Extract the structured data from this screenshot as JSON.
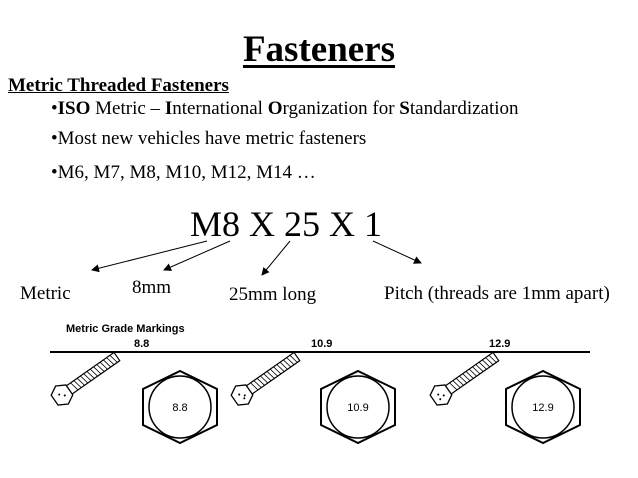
{
  "title": "Fasteners",
  "subheading": "Metric Threaded Fasteners",
  "bullets": {
    "iso": {
      "bullet": "•",
      "p1": "ISO",
      "p2": " Metric – ",
      "p3": "I",
      "p4": "nternational ",
      "p5": "O",
      "p6": "rganization for ",
      "p7": "S",
      "p8": "tandardization"
    },
    "b2": "•Most new vehicles have metric fasteners",
    "b3": "•M6, M7, M8, M10, M12, M14 …"
  },
  "spec": "M8 X 25 X 1",
  "labels": {
    "metric": "Metric",
    "diameter": "8mm",
    "length": "25mm long",
    "pitch": "Pitch (threads are 1mm apart)"
  },
  "grade_chart": {
    "title": "Metric Grade Markings",
    "grades": [
      "8.8",
      "10.9",
      "12.9"
    ]
  }
}
